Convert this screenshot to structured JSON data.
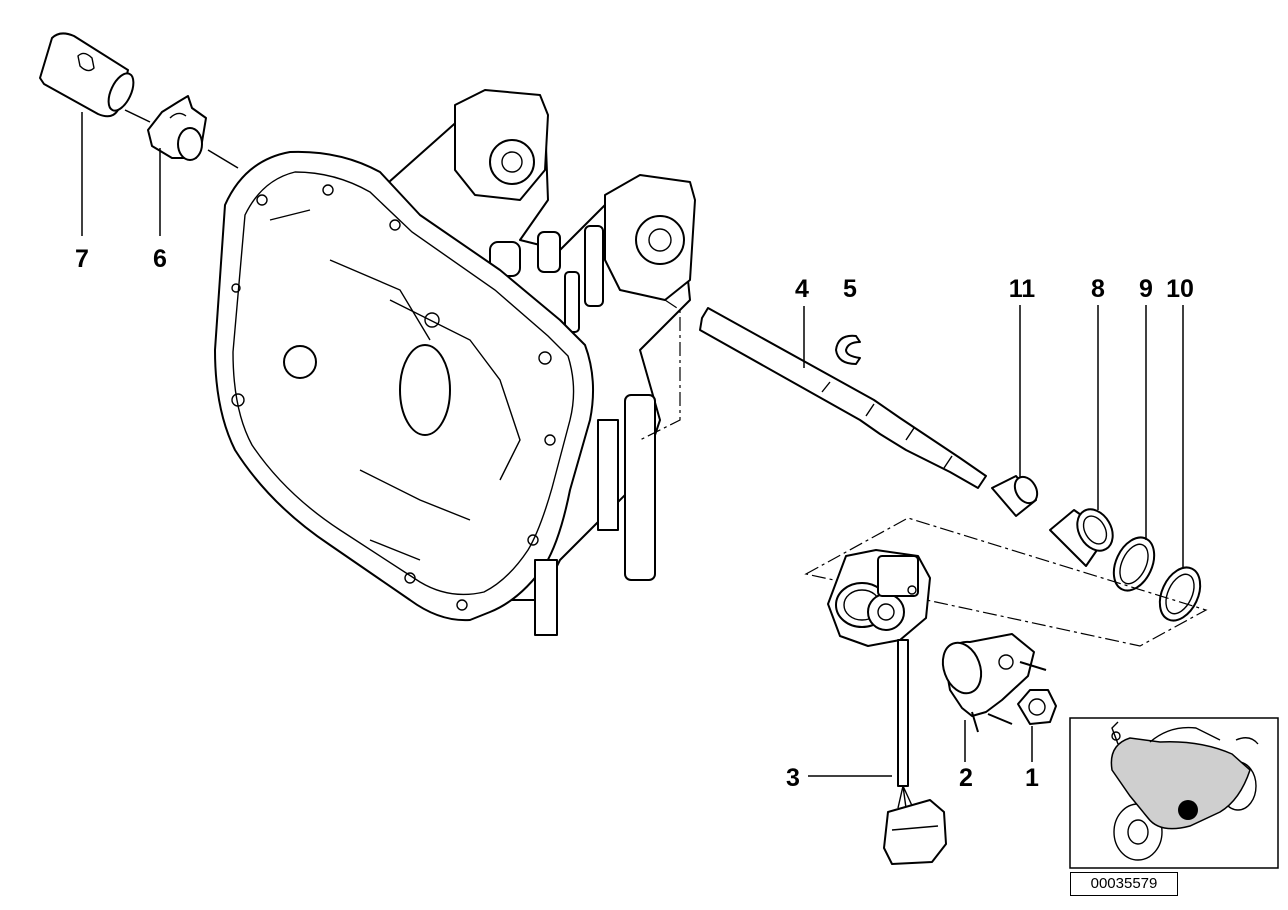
{
  "parts": [
    {
      "label": "1"
    },
    {
      "label": "2"
    },
    {
      "label": "3"
    },
    {
      "label": "4"
    },
    {
      "label": "5"
    },
    {
      "label": "6"
    },
    {
      "label": "7"
    },
    {
      "label": "8"
    },
    {
      "label": "9"
    },
    {
      "label": "10"
    },
    {
      "label": "11"
    }
  ],
  "diagram_id": "00035579",
  "colors": {
    "line": "#000000",
    "background": "#ffffff",
    "marker": "#000000"
  },
  "thumbnail": {
    "icon": "motorcycle-icon"
  }
}
